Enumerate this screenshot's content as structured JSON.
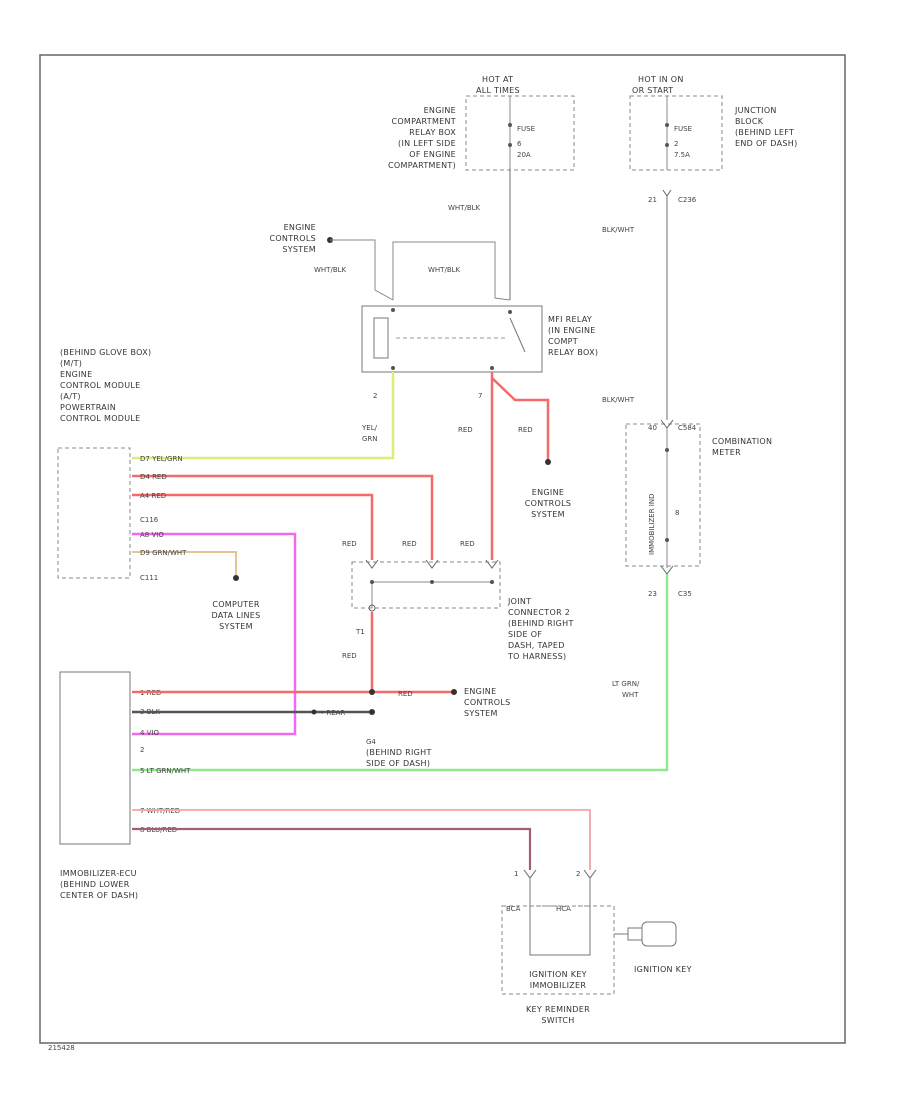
{
  "labels": {
    "hot_at_all_times": [
      "HOT AT",
      "ALL TIMES"
    ],
    "engine_relay_box": [
      "ENGINE",
      "COMPARTMENT",
      "RELAY BOX",
      "(IN LEFT SIDE",
      "OF ENGINE",
      "COMPARTMENT)"
    ],
    "fuse_main": [
      "FUSE",
      "6",
      "20A"
    ],
    "hot_in_on": [
      "HOT IN ON",
      "OR START"
    ],
    "junction_block": [
      "JUNCTION",
      "BLOCK",
      "(BEHIND LEFT",
      "END OF DASH)"
    ],
    "fuse_jb": [
      "FUSE",
      "2",
      "7.5A"
    ],
    "wht_blk_top": "WHT/BLK",
    "c_21": "21",
    "c_c236": "C236",
    "blk_wht_1": "BLK/WHT",
    "engine_controls_1": [
      "ENGINE",
      "CONTROLS",
      "SYSTEM"
    ],
    "wht_blk_left": "WHT/BLK",
    "wht_blk_mid": "WHT/BLK",
    "mfi_relay": [
      "MFI RELAY",
      "(IN ENGINE",
      "COMPT",
      "RELAY BOX)"
    ],
    "pin_2": "2",
    "pin_7": "7",
    "ecm_labels": [
      "(BEHIND GLOVE BOX)",
      "(M/T)",
      "ENGINE",
      "CONTROL MODULE",
      "(A/T)",
      "POWERTRAIN",
      "CONTROL MODULE"
    ],
    "yel_grn": [
      "YEL/",
      "GRN"
    ],
    "red_a": "RED",
    "red_b": "RED",
    "blk_wht_2": "BLK/WHT",
    "combination_meter": [
      "COMBINATION",
      "METER"
    ],
    "c_40": "40",
    "c_c584": "C584",
    "ecm_pins": [
      "D7 YEL/GRN",
      "D4 RED",
      "A4 RED",
      "A8 VIO",
      "D9 GRN/WHT"
    ],
    "c_c116": "C116",
    "c_c111": "C111",
    "engine_controls_2": [
      "ENGINE",
      "CONTROLS",
      "SYSTEM"
    ],
    "immobilizer_ind": "IMMOBILIZER IND",
    "pin_8": "8",
    "red_j1": "RED",
    "red_j2": "RED",
    "red_j3": "RED",
    "joint_connector": [
      "JOINT",
      "CONNECTOR 2",
      "(BEHIND RIGHT",
      "SIDE OF",
      "DASH, TAPED",
      "TO HARNESS)"
    ],
    "computer_data": [
      "COMPUTER",
      "DATA LINES",
      "SYSTEM"
    ],
    "t1": "T1",
    "red_t1": "RED",
    "c_23": "23",
    "c_c35": "C35",
    "lt_grn_wht": [
      "LT GRN/",
      "WHT"
    ],
    "imm_pins": [
      "1 RED",
      "3 BLK",
      "4 VIO",
      "2",
      "5 LT GRN/WHT",
      "7 WHT/RED",
      "8 BLU/RED"
    ],
    "red_right": "RED",
    "engine_controls_3": [
      "ENGINE",
      "CONTROLS",
      "SYSTEM"
    ],
    "g_label": "G4",
    "g_loc": [
      "(BEHIND RIGHT",
      "SIDE OF DASH)"
    ],
    "ground_label": "• REAR",
    "immobilizer_ecu": [
      "IMMOBILIZER-ECU",
      "(BEHIND LOWER",
      "CENTER OF DASH)"
    ],
    "pin_b1": "1",
    "pin_b2": "2",
    "c_b1": "BCA",
    "c_b2": "HCA",
    "ignition_coil": [
      "IGNITION KEY",
      "IMMOBILIZER"
    ],
    "key_reminder": [
      "KEY REMINDER",
      "SWITCH"
    ],
    "ignition_key": "IGNITION KEY",
    "diagram_id": "215428"
  },
  "colors": {
    "red": "#f46a6a",
    "yel_grn": "#d9ef7a",
    "violet": "#f06af0",
    "lt_grn": "#8ee88e",
    "blk": "#555555",
    "wht_red": "#f4a4a4",
    "blu_red": "#a06070",
    "grn_wht": "#e0b070",
    "gray": "#999999"
  }
}
